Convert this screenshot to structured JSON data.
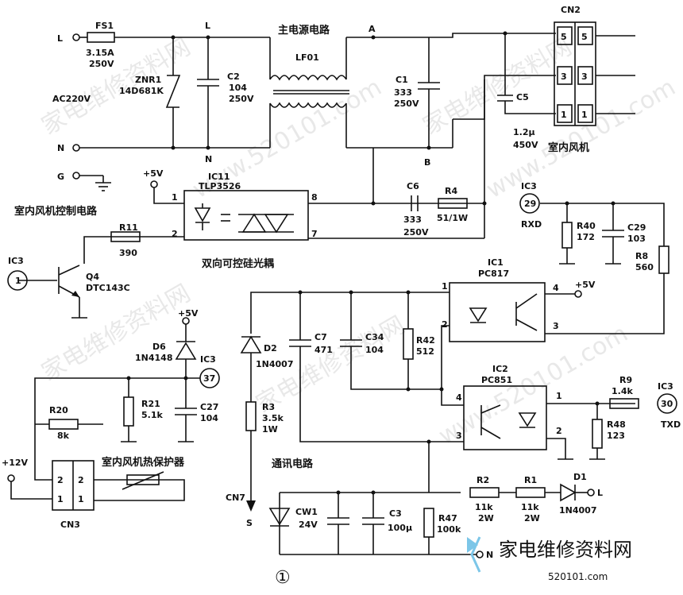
{
  "title": "主电源电路",
  "sections": {
    "fan_control": "室内风机控制电路",
    "comm": "通讯电路",
    "thermal": "室内风机热保护器",
    "fan": "室内风机",
    "optotriac": "双向可控硅光耦",
    "figure_no": "①"
  },
  "nodes": {
    "L": "L",
    "N": "N",
    "G": "G",
    "A": "A",
    "B": "B",
    "AC": "AC220V",
    "plus5": "+5V",
    "plus12": "+12V",
    "S": "S"
  },
  "components": {
    "FS1": [
      "FS1",
      "3.15A",
      "250V"
    ],
    "ZNR1": [
      "ZNR1",
      "14D681K"
    ],
    "C2": [
      "C2",
      "104",
      "250V"
    ],
    "LF01": [
      "LF01"
    ],
    "C1": [
      "C1",
      "333",
      "250V"
    ],
    "CN2": [
      "CN2"
    ],
    "C5": [
      "C5",
      "1.2μ",
      "450V"
    ],
    "IC11": [
      "IC11",
      "TLP3526"
    ],
    "C6": [
      "C6",
      "333",
      "250V"
    ],
    "R4": [
      "R4",
      "51/1W"
    ],
    "R11": [
      "R11",
      "390"
    ],
    "Q4": [
      "Q4",
      "DTC143C"
    ],
    "R40": [
      "R40",
      "172"
    ],
    "C29": [
      "C29",
      "103"
    ],
    "R8": [
      "R8",
      "560"
    ],
    "IC1": [
      "IC1",
      "PC817"
    ],
    "D6": [
      "D6",
      "1N4148"
    ],
    "D2": [
      "D2",
      "1N4007"
    ],
    "C7": [
      "C7",
      "471"
    ],
    "C34": [
      "C34",
      "104"
    ],
    "R42": [
      "R42",
      "512"
    ],
    "IC2": [
      "IC2",
      "PC851"
    ],
    "R9": [
      "R9",
      "1.4k"
    ],
    "R48": [
      "R48",
      "123"
    ],
    "R20": [
      "R20",
      "8k"
    ],
    "R21": [
      "R21",
      "5.1k"
    ],
    "C27": [
      "C27",
      "104"
    ],
    "R3": [
      "R3",
      "3.5k",
      "1W"
    ],
    "CN7": [
      "CN7"
    ],
    "CN3": [
      "CN3"
    ],
    "CW1": [
      "CW1",
      "24V"
    ],
    "C3": [
      "C3",
      "100μ"
    ],
    "R47": [
      "R47",
      "100k"
    ],
    "R2": [
      "R2",
      "11k",
      "2W"
    ],
    "R1": [
      "R1",
      "11k",
      "2W"
    ],
    "D1": [
      "D1",
      "1N4007"
    ]
  },
  "ic_pins": {
    "ic3_1": "1",
    "ic3_37": "37",
    "ic3_29": "29",
    "ic3_30": "30",
    "ic3": "IC3",
    "rxd": "RXD",
    "txd": "TXD"
  },
  "pins": [
    "1",
    "2",
    "3",
    "4",
    "5",
    "7",
    "8"
  ],
  "cn2_pins": [
    "5",
    "5",
    "3",
    "3",
    "1",
    "1"
  ],
  "cn3_pins": [
    "2",
    "2",
    "1",
    "1"
  ],
  "watermark": [
    "家电维修资料网",
    "www.520101.com"
  ],
  "logo": {
    "text": "家电维修资料网",
    "url": "520101.com"
  }
}
